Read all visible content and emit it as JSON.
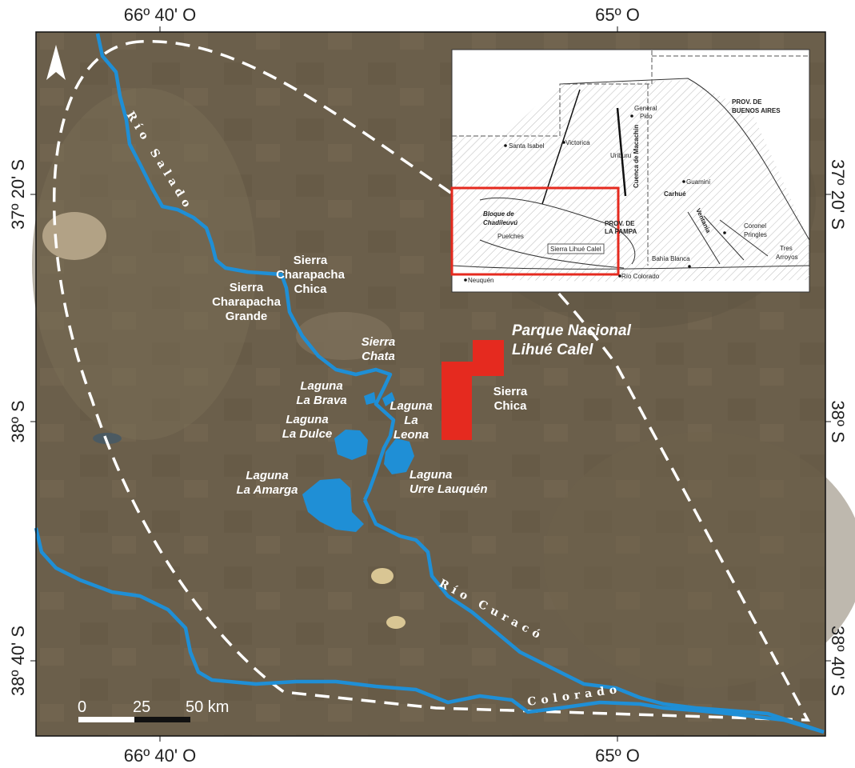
{
  "frame": {
    "top_labels": [
      "66º 40' O",
      "65º O"
    ],
    "bottom_labels": [
      "66º 40' O",
      "65º O"
    ],
    "left_labels": [
      "37º 20' S",
      "38º S",
      "38º 40' S"
    ],
    "right_labels": [
      "37º 20' S",
      "38º S",
      "38º 40' S"
    ]
  },
  "park": {
    "line1": "Parque Nacional",
    "line2": "Lihué Calel",
    "color": "#e52a1f"
  },
  "places": {
    "charapacha_chica": [
      "Sierra",
      "Charapacha",
      "Chica"
    ],
    "charapacha_grande": [
      "Sierra",
      "Charapacha",
      "Grande"
    ],
    "sierra_chata": [
      "Sierra",
      "Chata"
    ],
    "sierra_chica": [
      "Sierra",
      "Chica"
    ],
    "la_brava": [
      "Laguna",
      "La Brava"
    ],
    "la_dulce": [
      "Laguna",
      "La Dulce"
    ],
    "la_leona": [
      "Laguna",
      "La",
      "Leona"
    ],
    "urre_lauquen": [
      "Laguna",
      "Urre Lauquén"
    ],
    "la_amarga": [
      "Laguna",
      "La Amarga"
    ]
  },
  "rivers": {
    "salado": "Río Salado",
    "curaco": "Río Curacó",
    "colorado": "Colorado",
    "color": "#1f8fd6"
  },
  "scale": {
    "ticks": [
      "0",
      "25",
      "50 km"
    ]
  },
  "inset": {
    "prov_ba": [
      "PROV.  DE",
      "BUENOS AIRES"
    ],
    "prov_lp": [
      "PROV.   DE",
      "LA PAMPA"
    ],
    "cuenca": "Cuenca de Macachín",
    "bloque": [
      "Bloque de",
      "Chadileuvú"
    ],
    "towns": [
      "General",
      "Pico",
      "Santa Isabel",
      "Victorica",
      "Uriburu",
      "Guaminí",
      "Carhué",
      "Coronel",
      "Pringles",
      "Tres",
      "Arroyos",
      "Puelches",
      "Bahía Blanca",
      "Río Colorado",
      "Neuquén",
      "Ventania"
    ],
    "box_label": "Sierra Lihué Calel",
    "highlight_color": "#e52a1f"
  }
}
